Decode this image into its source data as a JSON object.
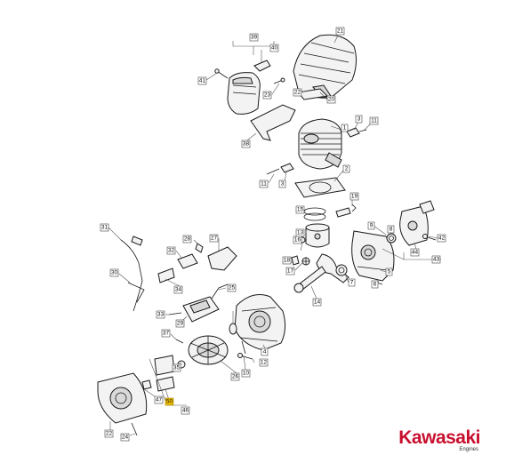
{
  "brand": {
    "name": "Kawasaki",
    "sub": "Engines",
    "color": "#c8102e"
  },
  "highlight_color": "#f2c200",
  "labels": [
    {
      "id": "39",
      "text": "39"
    },
    {
      "id": "40",
      "text": "40"
    },
    {
      "id": "21",
      "text": "21"
    },
    {
      "id": "41",
      "text": "41"
    },
    {
      "id": "23",
      "text": "23"
    },
    {
      "id": "22b",
      "text": "22"
    },
    {
      "id": "20",
      "text": "20"
    },
    {
      "id": "38",
      "text": "38"
    },
    {
      "id": "1",
      "text": "1"
    },
    {
      "id": "3a",
      "text": "3"
    },
    {
      "id": "11a",
      "text": "11"
    },
    {
      "id": "11b",
      "text": "11"
    },
    {
      "id": "3b",
      "text": "3"
    },
    {
      "id": "2",
      "text": "2"
    },
    {
      "id": "19",
      "text": "19"
    },
    {
      "id": "15",
      "text": "15"
    },
    {
      "id": "13",
      "text": "13"
    },
    {
      "id": "16",
      "text": "16"
    },
    {
      "id": "9",
      "text": "9"
    },
    {
      "id": "8",
      "text": "8"
    },
    {
      "id": "42",
      "text": "42"
    },
    {
      "id": "44",
      "text": "44"
    },
    {
      "id": "43",
      "text": "43"
    },
    {
      "id": "18",
      "text": "18"
    },
    {
      "id": "17",
      "text": "17"
    },
    {
      "id": "14",
      "text": "14"
    },
    {
      "id": "7",
      "text": "7"
    },
    {
      "id": "5",
      "text": "5"
    },
    {
      "id": "6",
      "text": "6"
    },
    {
      "id": "31",
      "text": "31"
    },
    {
      "id": "32",
      "text": "32"
    },
    {
      "id": "28",
      "text": "28"
    },
    {
      "id": "27",
      "text": "27"
    },
    {
      "id": "30",
      "text": "30"
    },
    {
      "id": "34",
      "text": "34"
    },
    {
      "id": "25",
      "text": "25"
    },
    {
      "id": "33",
      "text": "33"
    },
    {
      "id": "29",
      "text": "29"
    },
    {
      "id": "37",
      "text": "37"
    },
    {
      "id": "4",
      "text": "4"
    },
    {
      "id": "12",
      "text": "12"
    },
    {
      "id": "10",
      "text": "10"
    },
    {
      "id": "26",
      "text": "26"
    },
    {
      "id": "35",
      "text": "35"
    },
    {
      "id": "47",
      "text": "47"
    },
    {
      "id": "50",
      "text": "50"
    },
    {
      "id": "46",
      "text": "46"
    },
    {
      "id": "22",
      "text": "22"
    },
    {
      "id": "24",
      "text": "24"
    }
  ]
}
